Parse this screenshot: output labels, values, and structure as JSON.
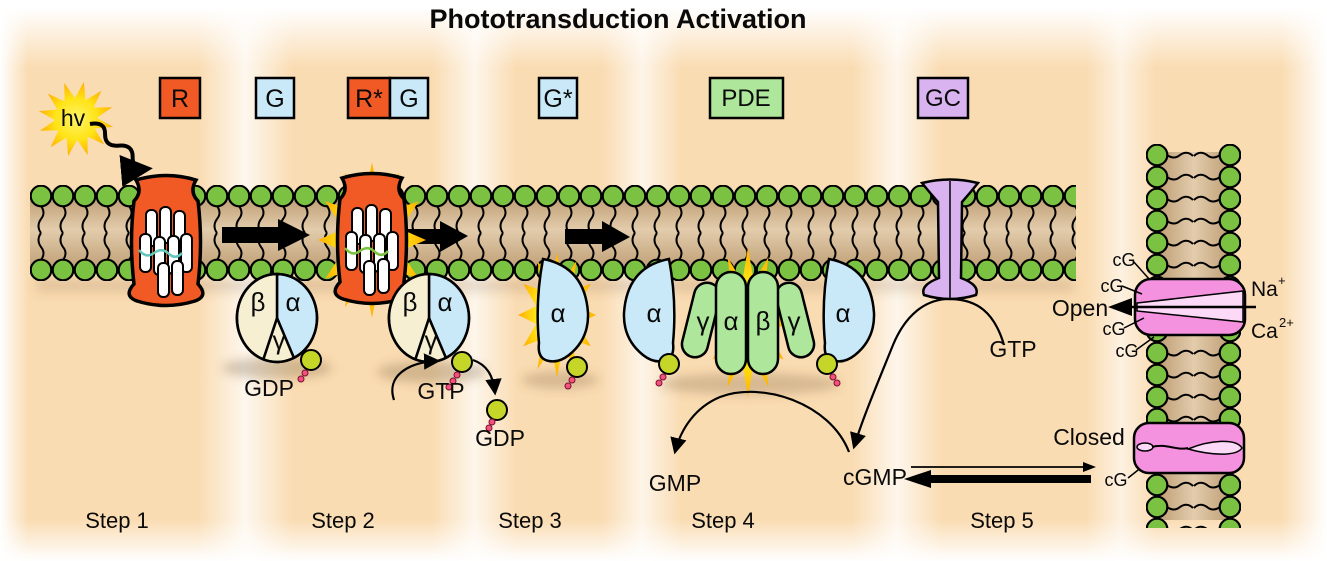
{
  "title": "Phototransduction Activation",
  "photon": {
    "label": "hv"
  },
  "legend": {
    "r": "R",
    "g": "G",
    "r_active": "R*",
    "g_paired": "G",
    "g_active": "G*",
    "pde": "PDE",
    "gc": "GC"
  },
  "subunits": {
    "alpha": "α",
    "beta": "β",
    "gamma": "γ"
  },
  "molecules": {
    "gdp": "GDP",
    "gtp": "GTP",
    "gmp": "GMP",
    "cgmp": "cGMP",
    "cg": "cG",
    "sodium": "Na",
    "sodium_charge": "+",
    "calcium": "Ca",
    "calcium_charge": "2+"
  },
  "channel_states": {
    "open": "Open",
    "closed": "Closed"
  },
  "steps": [
    "Step 1",
    "Step 2",
    "Step 3",
    "Step 4",
    "Step 5"
  ],
  "colors": {
    "background_peach": "#FADCB2",
    "membrane_interior_tan": "#CDAE87",
    "lipid_head_green": "#7CC242",
    "receptor_orange": "#F15A24",
    "alpha_blue": "#C9E9F8",
    "beta_gamma_cream": "#F6EFD2",
    "pde_green": "#AEE79B",
    "gc_purple": "#D9B3F0",
    "channel_pink": "#F492E0",
    "channel_pore_pink": "#FBD9F7",
    "nucleotide_yellow_green": "#C6D629",
    "phosphate_pink": "#F4517E",
    "starburst_yellow": "#FFE416",
    "retinal_teal": "#64C8BE"
  }
}
